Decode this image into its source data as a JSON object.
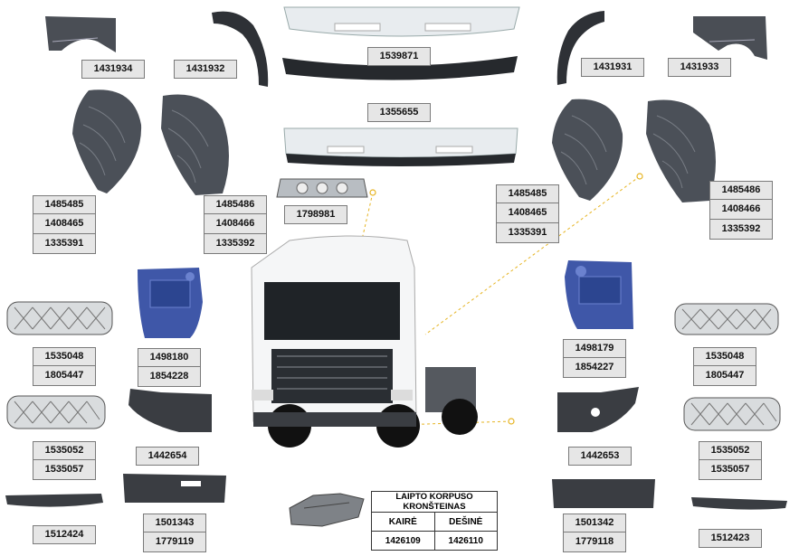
{
  "colors": {
    "label_bg": "#e6e6e6",
    "label_border": "#7a7a7a",
    "part_dark": "#3d4046",
    "part_blue": "#3f57a8",
    "part_light": "#e8ecef",
    "leader": "#e6b422"
  },
  "parts": {
    "fender_left_top": "1431934",
    "flap_left_top": "1431932",
    "bumper_upper": "1539871",
    "bumper_spoiler": "1355655",
    "flap_right_top": "1431931",
    "fender_right_top": "1431933",
    "mudguard_left_outer": [
      "1485485",
      "1408465",
      "1335391"
    ],
    "mudguard_left_inner": [
      "1485486",
      "1408466",
      "1335392"
    ],
    "center_light": "1798981",
    "mudguard_right_a": [
      "1485485",
      "1408465",
      "1335391"
    ],
    "mudguard_right_b": [
      "1485486",
      "1408466",
      "1335392"
    ],
    "grille_left_top": [
      "1535048",
      "1805447"
    ],
    "step_panel_left": [
      "1498180",
      "1854228"
    ],
    "step_panel_right": [
      "1498179",
      "1854227"
    ],
    "grille_right_top": [
      "1535048",
      "1805447"
    ],
    "grille_left_bottom": [
      "1535052",
      "1535057"
    ],
    "corner_left": "1442654",
    "corner_right": "1442653",
    "grille_right_bottom": [
      "1535052",
      "1535057"
    ],
    "strip_left": "1512424",
    "step_left": [
      "1501343",
      "1779119"
    ],
    "step_right": [
      "1501342",
      "1779118"
    ],
    "strip_right": "1512423"
  },
  "bracket_table": {
    "title": "LAIPTO KORPUSO KRONŠTEINAS",
    "left_label": "KAIRĖ",
    "right_label": "DEŠINĖ",
    "left_code": "1426109",
    "right_code": "1426110"
  }
}
